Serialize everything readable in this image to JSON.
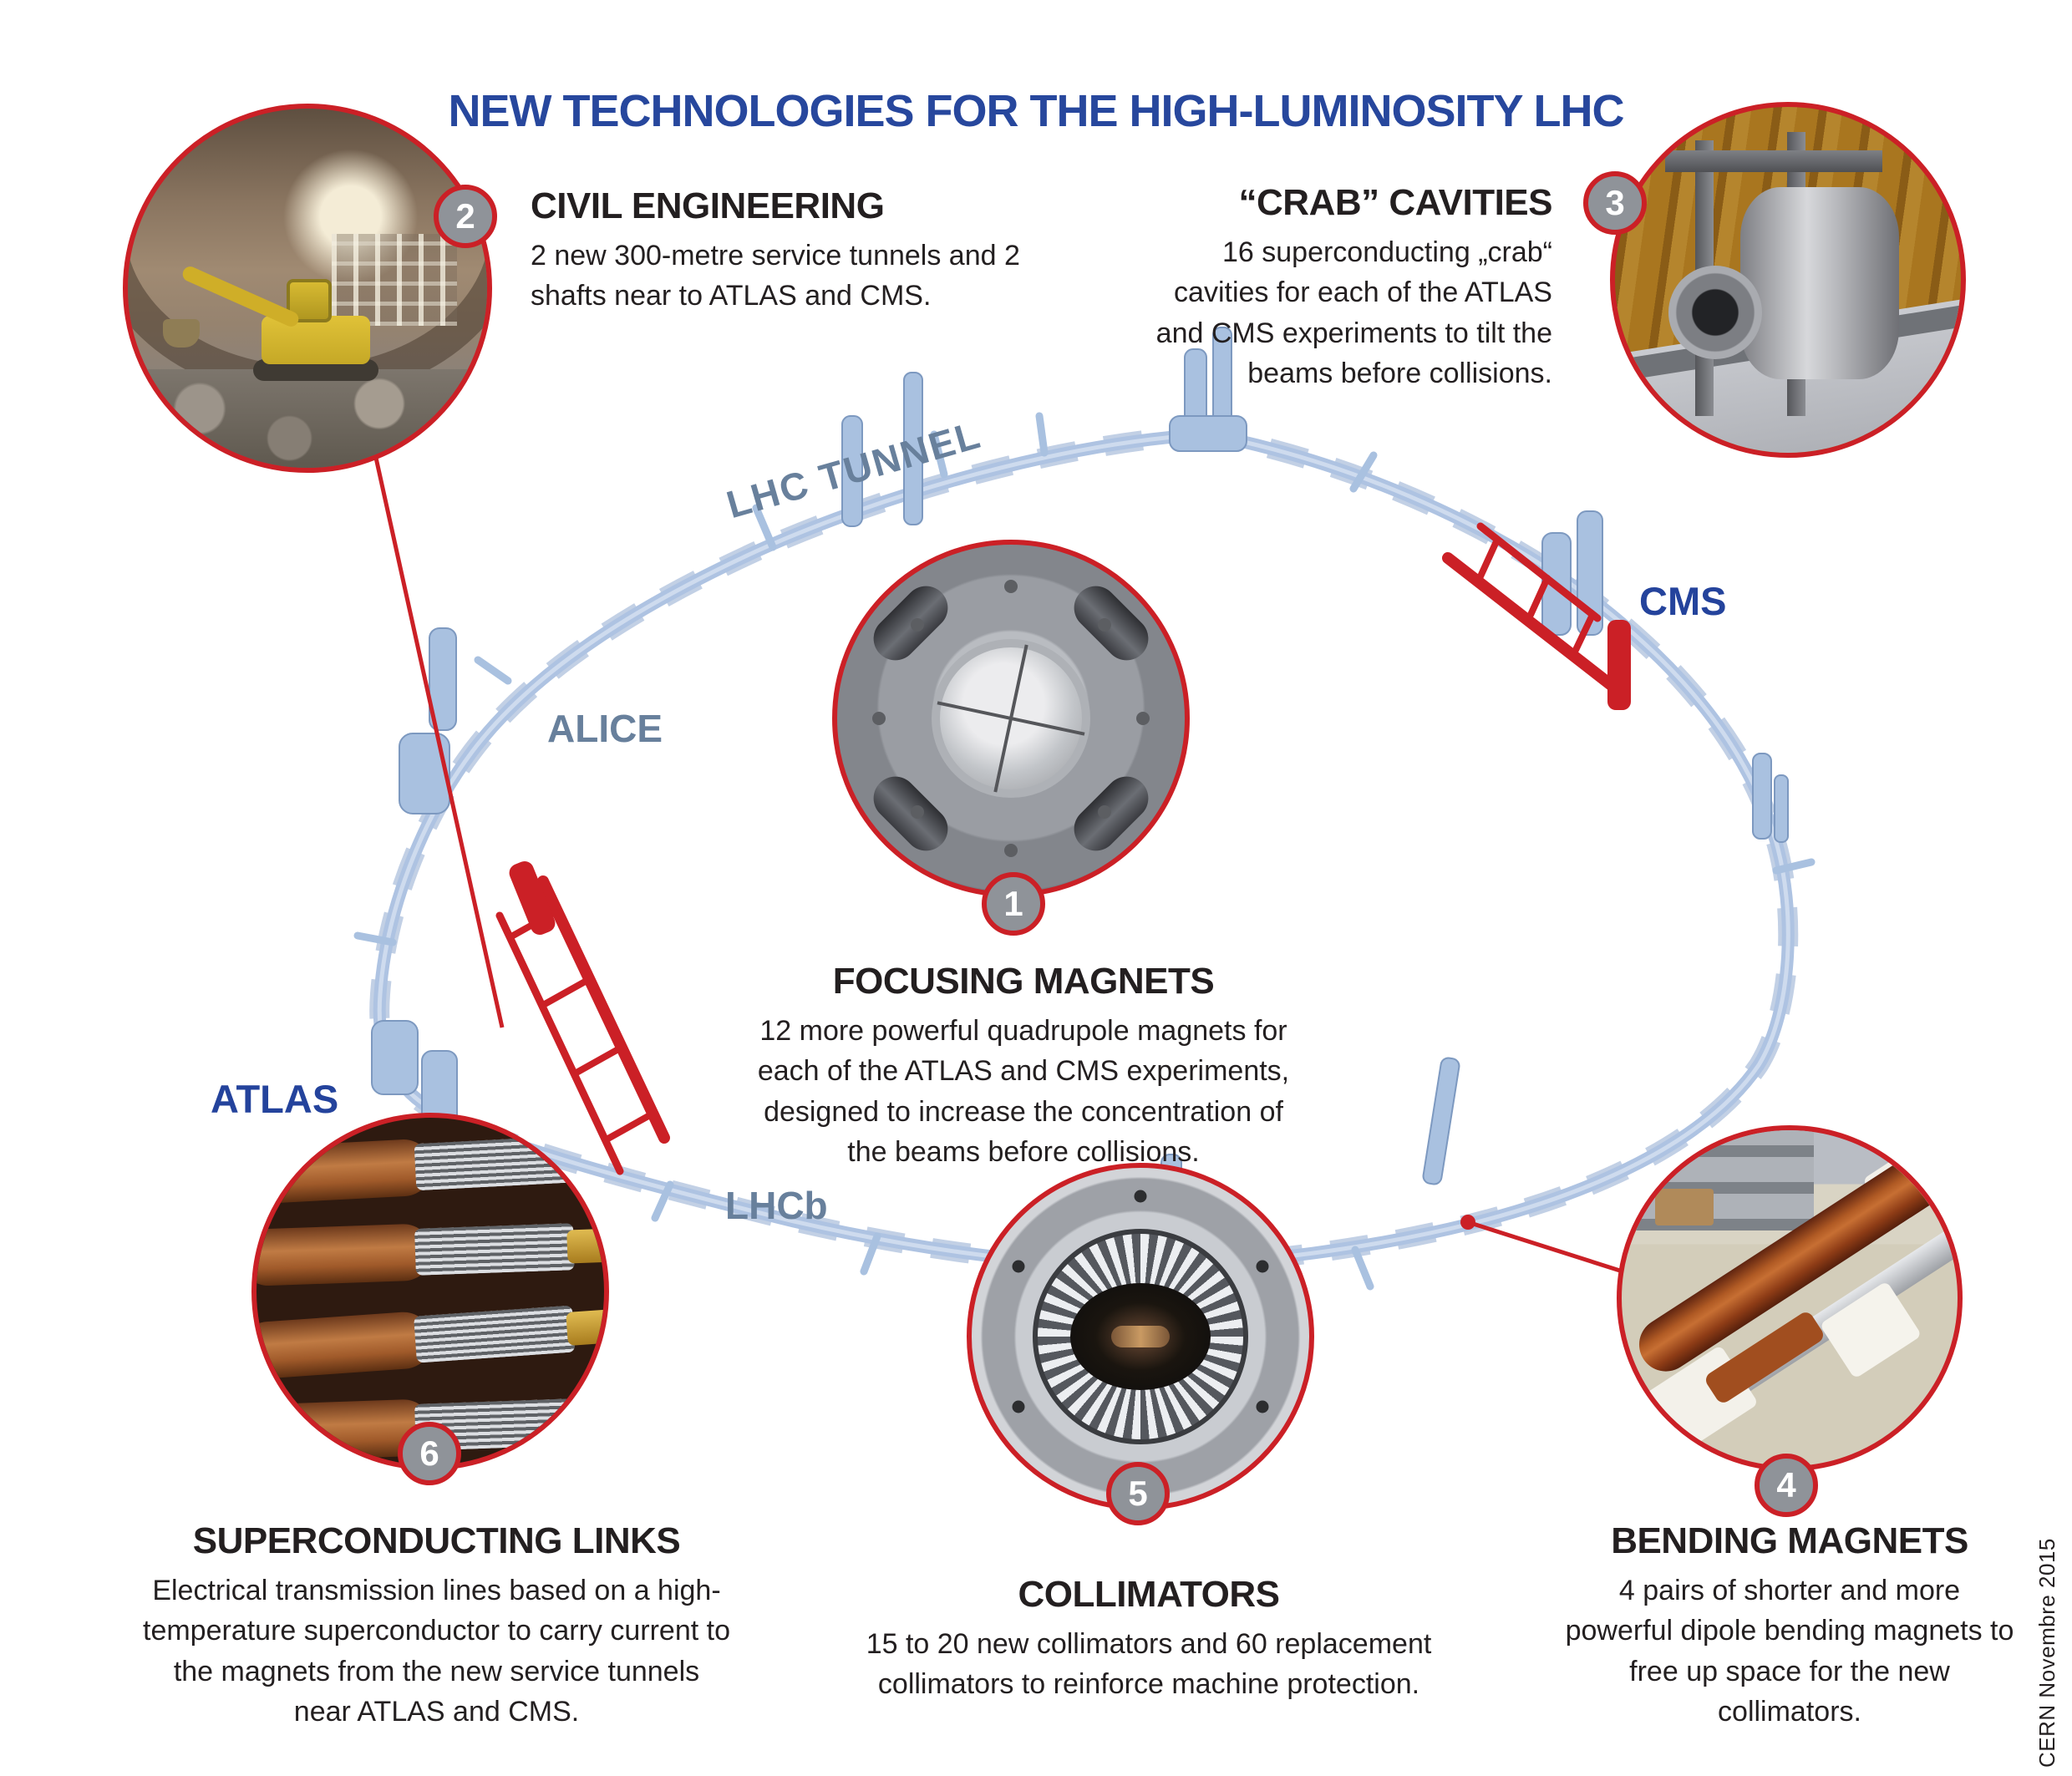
{
  "title": "NEW TECHNOLOGIES FOR THE HIGH-LUMINOSITY LHC",
  "credit": "CERN Novembre 2015",
  "colors": {
    "title_blue": "#27479d",
    "accent_red": "#cb2026",
    "badge_gray": "#8f9399",
    "experiment_label_navy": "#24439c",
    "ring_label_slate": "#68809c",
    "tube_blue": "#aec3e2",
    "text_black": "#231f20"
  },
  "ring_labels": {
    "tunnel": "LHC TUNNEL",
    "alice": "ALICE",
    "atlas": "ATLAS",
    "cms": "CMS",
    "lhcb": "LHCb"
  },
  "sections": {
    "focusing": {
      "num": "1",
      "title": "FOCUSING MAGNETS",
      "body": "12 more powerful quadrupole magnets for each of the ATLAS and CMS experiments, designed to increase the concentration of the beams before collisions.",
      "photo": "quadrupole-magnet-cross-section-photo"
    },
    "civil": {
      "num": "2",
      "title": "CIVIL ENGINEERING",
      "body": "2 new 300-metre service tunnels and 2 shafts near to ATLAS and CMS.",
      "photo": "tunnel-excavation-photo"
    },
    "crab": {
      "num": "3",
      "title": "“CRAB” CAVITIES",
      "body": "16 superconducting „crab“ cavities for each of the ATLAS and CMS experiments to tilt the beams before collisions.",
      "photo": "crab-cavity-prototype-photo"
    },
    "bending": {
      "num": "4",
      "title": "BENDING MAGNETS",
      "body": "4 pairs of shorter and more powerful dipole bending magnets to free up space for the new collimators.",
      "photo": "dipole-magnet-coil-photo"
    },
    "collimators": {
      "num": "5",
      "title": "COLLIMATORS",
      "body": "15 to 20 new collimators and 60 replacement collimators to reinforce machine protection.",
      "photo": "collimator-aperture-photo"
    },
    "links": {
      "num": "6",
      "title": "SUPERCONDUCTING LINKS",
      "body": "Electrical transmission lines based on a high-temperature superconductor to carry current to the magnets from the new service tunnels near ATLAS and CMS.",
      "photo": "superconducting-cable-photo"
    }
  }
}
